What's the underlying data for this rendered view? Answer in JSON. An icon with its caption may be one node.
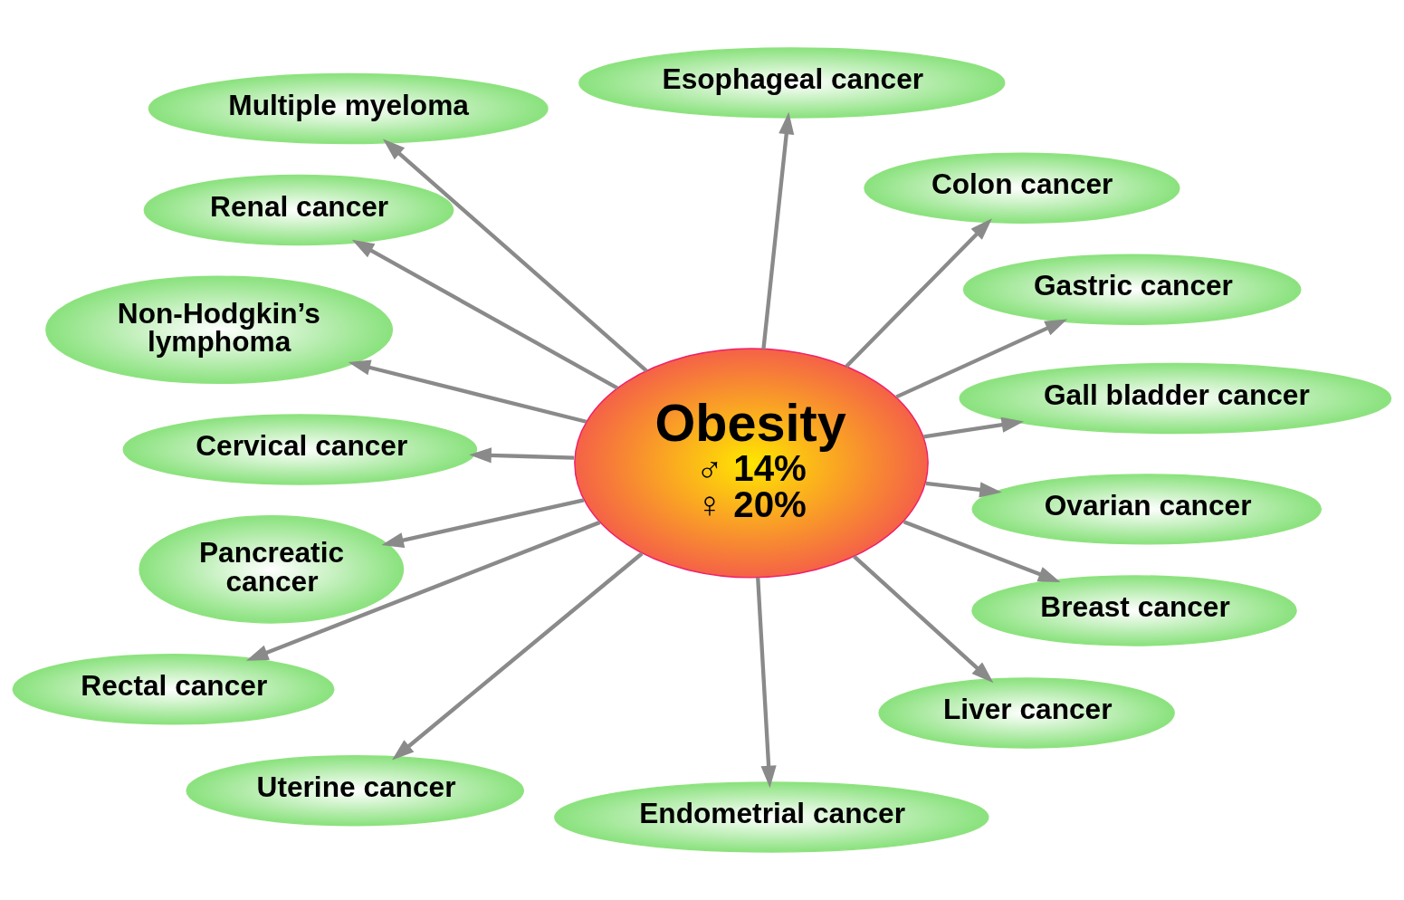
{
  "diagram": {
    "nodes": [
      {
        "text": [
          "Obesity",
          "♂ 14%",
          "♀ 20%"
        ]
      },
      {
        "text": [
          "Gall bladder cancer"
        ]
      },
      {
        "text": [
          "Gastric cancer"
        ]
      },
      {
        "text": [
          "Colon cancer"
        ]
      },
      {
        "text": [
          "Esophageal cancer"
        ]
      },
      {
        "text": [
          "Multiple myeloma"
        ]
      },
      {
        "text": [
          "Renal cancer"
        ]
      },
      {
        "text": [
          "Non-Hodgkin’s lymphoma"
        ]
      },
      {
        "text": [
          "Cervical cancer"
        ]
      },
      {
        "text": [
          "Pancreatic cancer"
        ]
      },
      {
        "text": [
          "Rectal cancer"
        ]
      },
      {
        "text": [
          "Uterine cancer"
        ]
      },
      {
        "text": [
          "Endometrial cancer"
        ]
      },
      {
        "text": [
          "Liver cancer"
        ]
      },
      {
        "text": [
          "Breast cancer"
        ]
      },
      {
        "text": [
          "Ovarian cancer"
        ]
      }
    ],
    "edges": [
      {
        "from": 0,
        "to": 1,
        "arrow": "to"
      },
      {
        "from": 0,
        "to": 2,
        "arrow": "to"
      },
      {
        "from": 0,
        "to": 3,
        "arrow": "to"
      },
      {
        "from": 0,
        "to": 4,
        "arrow": "to"
      },
      {
        "from": 0,
        "to": 5,
        "arrow": "to"
      },
      {
        "from": 0,
        "to": 6,
        "arrow": "to"
      },
      {
        "from": 0,
        "to": 7,
        "arrow": "to"
      },
      {
        "from": 0,
        "to": 8,
        "arrow": "to"
      },
      {
        "from": 0,
        "to": 9,
        "arrow": "to"
      },
      {
        "from": 0,
        "to": 10,
        "arrow": "to"
      },
      {
        "from": 0,
        "to": 11,
        "arrow": "to"
      },
      {
        "from": 0,
        "to": 12,
        "arrow": "to"
      },
      {
        "from": 0,
        "to": 13,
        "arrow": "to"
      },
      {
        "from": 0,
        "to": 14,
        "arrow": "to"
      },
      {
        "from": 0,
        "to": 15,
        "arrow": "to"
      }
    ]
  }
}
